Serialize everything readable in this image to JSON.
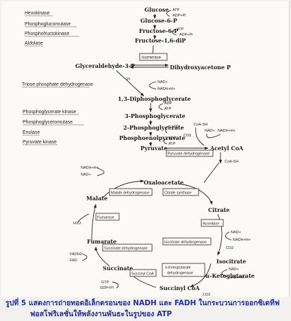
{
  "sidebar_enzymes": {
    "hexokinase": "Hexokinase",
    "phosphoglucomutase": "Phosphoglucomutase",
    "phosphofructokinase": "Phosphofructokinase",
    "aldolase": "Aldolase",
    "triose_phosphate_dehydrogenase": "Triose phosphate dehydrogenase",
    "phosphoglycerate_kinase": "Phosphoglycerate kinase",
    "phosphoglyceromutase": "Phosphoglyceromutase",
    "enolase": "Enolase",
    "pyruvate_kinase": "Pyruvate kinase"
  },
  "glycolysis": {
    "glucose": "Glucose",
    "glucose_6p": "Glucose-6-P",
    "fructose_6p": "Fructose-6-P",
    "fructose_16dip": "Fructose-1,6-diP",
    "glyceraldehyde_3p": "Glyceraldehyde-3-P",
    "dihydroxyacetone_p": "Dihydroxyacetone P",
    "isomerase": "Isomerase",
    "diphosphoglycerate": "1,3-Diphosphoglycerate",
    "phosphoglycerate_3": "3-Phosphoglycerate",
    "phosphoglycerate_2": "2-Phosphoglycerate",
    "phosphoenolpyruvate": "Phosphoenolpyruvate",
    "pyruvate": "Pyruvate",
    "acetyl_coa": "Acetyl CoA",
    "pyruvate_dehydrogenase": "Pyruvate dehydrogenase"
  },
  "cofactors": {
    "atp": "ATP",
    "adp_pi": "ADP+Pi",
    "adp": "ADP",
    "pi": "Pi",
    "nad": "NAD+",
    "nadh": "NADH+H+",
    "h2o": "H2O",
    "coa_sh": "CoA-SH",
    "co2": "CO2",
    "fadh2": "FADH2",
    "fad": "FAD",
    "gtp": "GTP",
    "gdp_pi": "GDP+Pi"
  },
  "krebs": {
    "oxaloacetate": "Oxaloacetate",
    "citrate": "Citrate",
    "isocitrate": "Isocitrate",
    "ketoglutarate": "α-Ketoglutarate",
    "succinyl_coa": "Succinyl CoA",
    "succinate": "Succinate",
    "fumarate": "Fumarate",
    "malate": "Malate",
    "malate_dehydrogenase": "Malate dehydrogenase",
    "citrate_synthase": "Citrate synthase",
    "aconitase": "Aconitase",
    "isocitrate_dehydrogenase": "Isocitrate dehydrogenase",
    "ketoglutarate_dehydrogenase_1": "α-Ketoglutarate",
    "ketoglutarate_dehydrogenase_2": "dehydrogenase",
    "succinyl_coa_synthetase": "Succinyl CoA",
    "succinate_dehydrogenase": "Succinate dehydrogenase",
    "fumarase": "Fumarase"
  },
  "caption": {
    "line1": "รูปที่ 5 แสดงการถ่ายทอดอิเล็กตรอนของ NADH และ FADH  ในกระบวนการออกซิเดทีฟ",
    "line2": "ฟอสโฟริเลชั่นให้พลังงานพันธะในรูปของ ATP"
  },
  "colors": {
    "caption": "#1a2ea8",
    "ink": "#1a1a1a"
  }
}
